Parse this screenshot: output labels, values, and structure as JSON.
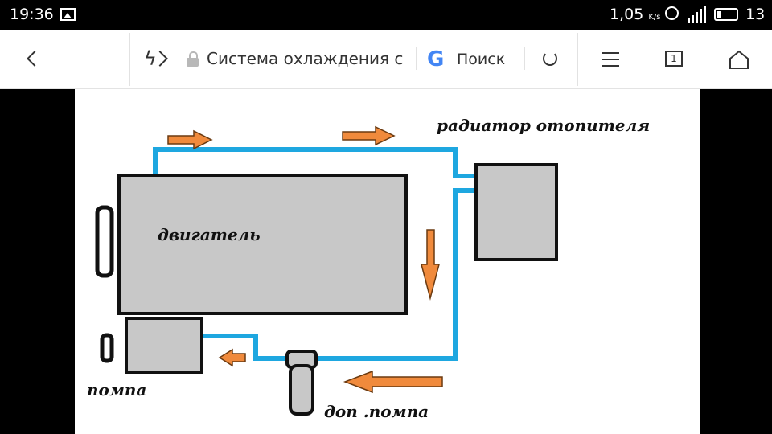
{
  "status_bar": {
    "time": "19:36",
    "network_speed": "1,05",
    "speed_unit": "K/s",
    "battery_level": "13"
  },
  "toolbar": {
    "url_text": "Система охлаждения с",
    "search_label": "Поиск",
    "tab_count": "1"
  },
  "diagram": {
    "labels": {
      "heater_radiator": "радиатор отопителя",
      "engine": "двигатель",
      "pump": "помпа",
      "extra_pump": "доп .помпа"
    },
    "colors": {
      "pipe": "#1ea7e0",
      "arrow_fill": "#f08a3c",
      "arrow_stroke": "#6b3a10",
      "block_fill": "#c8c8c8",
      "block_stroke": "#111111"
    }
  }
}
